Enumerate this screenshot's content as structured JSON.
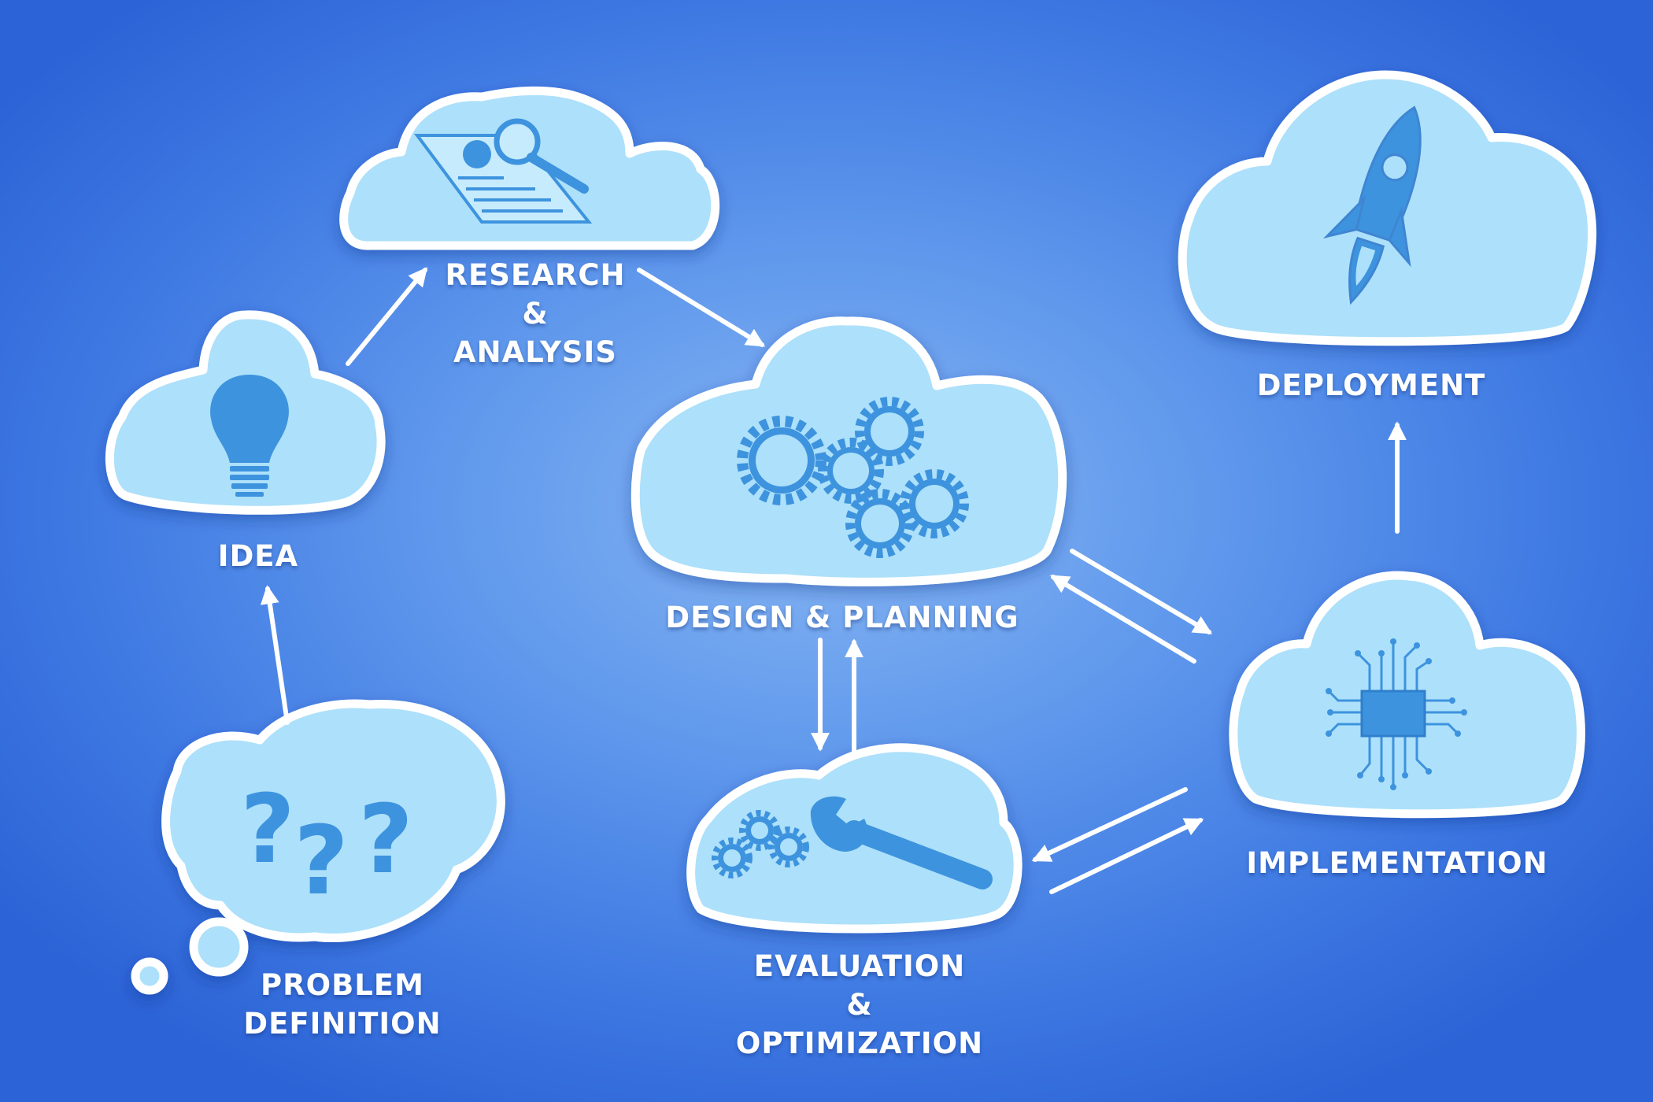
{
  "colors": {
    "background_center": "#86b5f2",
    "background_edge": "#2c63d6",
    "cloud_fill": "#ade0fa",
    "cloud_outline": "#ffffff",
    "icon": "#3d93de",
    "arrow": "#ffffff"
  },
  "nodes": {
    "problem_definition": {
      "line1": "PROBLEM",
      "line2": "DEFINITION",
      "icon": "question-marks-icon"
    },
    "idea": {
      "label": "IDEA",
      "icon": "lightbulb-icon"
    },
    "research_analysis": {
      "line1": "RESEARCH",
      "line2": "&",
      "line3": "ANALYSIS",
      "icon": "document-magnifier-icon"
    },
    "design_planning": {
      "label": "DESIGN & PLANNING",
      "icon": "gears-icon"
    },
    "evaluation_optimization": {
      "line1": "EVALUATION",
      "line2": "&",
      "line3": "OPTIMIZATION",
      "icon": "wrench-gears-icon"
    },
    "implementation": {
      "label": "IMPLEMENTATION",
      "icon": "microchip-icon"
    },
    "deployment": {
      "label": "DEPLOYMENT",
      "icon": "rocket-icon"
    }
  }
}
